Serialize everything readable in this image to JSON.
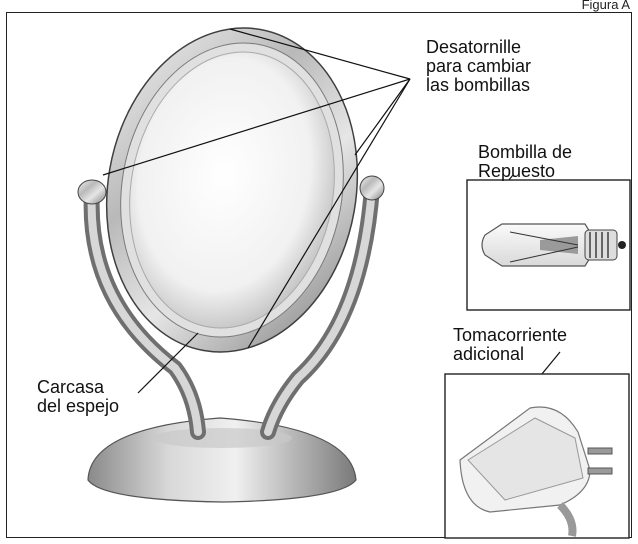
{
  "figure_label": "Figura A",
  "labels": {
    "unscrew": [
      "Desatornille",
      "para cambiar",
      "las bombillas"
    ],
    "bulb": [
      "Bombilla de",
      "Repuesto"
    ],
    "outlet": [
      "Tomacorriente",
      "adicional"
    ],
    "housing": [
      "Carcasa",
      "del espejo"
    ]
  }
}
